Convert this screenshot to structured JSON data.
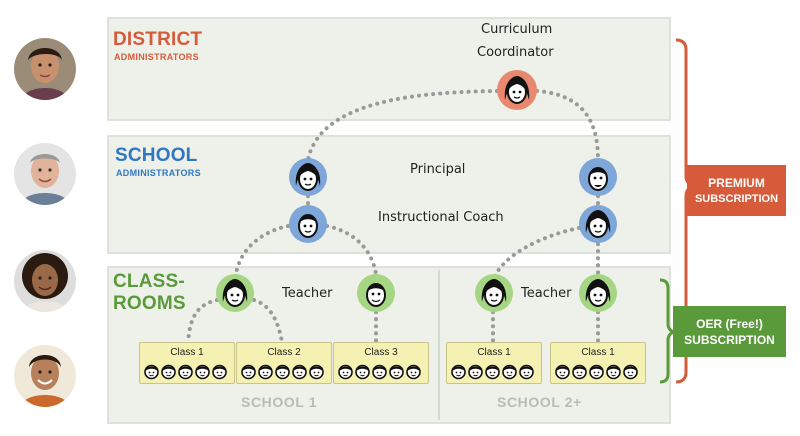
{
  "colors": {
    "district": "#d55b3a",
    "school": "#2e78c2",
    "classroom": "#5a9a3a",
    "premium": "#d55b3a",
    "oer": "#5a9a3a",
    "curriculum_avatar": "#e8896f",
    "school_avatar": "#7ea6d8",
    "teacher_avatar": "#a6d584",
    "class_box": "#f5f1b3"
  },
  "district": {
    "title": "DISTRICT",
    "subtitle": "ADMINISTRATORS",
    "role_line1": "Curriculum",
    "role_line2": "Coordinator"
  },
  "school": {
    "title": "SCHOOL",
    "subtitle": "ADMINISTRATORS",
    "role_principal": "Principal",
    "role_coach": "Instructional Coach"
  },
  "classrooms": {
    "title_line1": "CLASS-",
    "title_line2": "ROOMS",
    "teacher_label_1": "Teacher",
    "teacher_label_2": "Teacher"
  },
  "schools": [
    {
      "label": "SCHOOL 1",
      "classes": [
        "Class 1",
        "Class 2",
        "Class 3"
      ]
    },
    {
      "label": "SCHOOL 2+",
      "classes": [
        "Class 1",
        "Class 1"
      ]
    }
  ],
  "subscriptions": {
    "premium_line1": "PREMIUM",
    "premium_line2": "SUBSCRIPTION",
    "oer_line1": "OER (Free!)",
    "oer_line2": "SUBSCRIPTION"
  },
  "icons": [
    "person-photo-icon",
    "face-avatar-icon",
    "student-face-icon",
    "bracket-icon"
  ]
}
